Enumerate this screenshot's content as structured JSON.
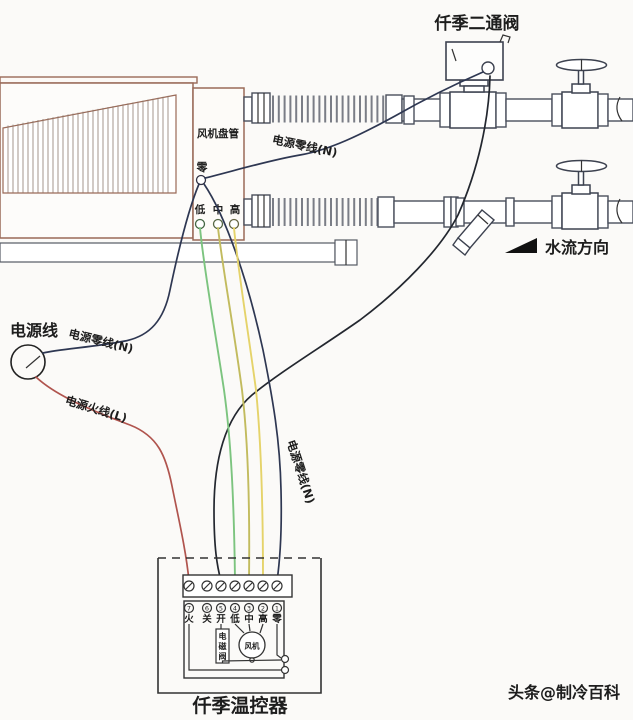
{
  "labels": {
    "valve_title": "仟季二通阀",
    "fan_coil": "风机盘管",
    "fc_neutral": "零",
    "fc_low": "低",
    "fc_mid": "中",
    "fc_high": "高",
    "wire_neutral_top": "电源零线(N)",
    "wire_neutral_left": "电源零线(N)",
    "wire_neutral_mid": "电源零线(N)",
    "power_supply": "电源线",
    "wire_live": "电源火线(L)",
    "flow_direction": "水流方向",
    "thermostat_title": "仟季温控器",
    "watermark": "头条@制冷百科"
  },
  "thermostat": {
    "terminals": [
      {
        "num": "7",
        "label": "火"
      },
      {
        "num": "6",
        "label": "关"
      },
      {
        "num": "5",
        "label": "开"
      },
      {
        "num": "4",
        "label": "低"
      },
      {
        "num": "3",
        "label": "中"
      },
      {
        "num": "2",
        "label": "高"
      },
      {
        "num": "1",
        "label": "零"
      }
    ],
    "solenoid_chars": [
      "电",
      "磁",
      "阀"
    ],
    "fan_label": "风机"
  },
  "colors": {
    "wire_live": "#b0544e",
    "wire_neutral": "#2e3752",
    "wire_valve": "#23272f",
    "wire_low": "#7cc47f",
    "wire_mid": "#c2bb5e",
    "wire_high": "#e5d36a",
    "fan_coil_outline": "#9a6a58",
    "pipe_outline": "#4a4f5c",
    "watermark_gray": "#c9c9c9"
  }
}
